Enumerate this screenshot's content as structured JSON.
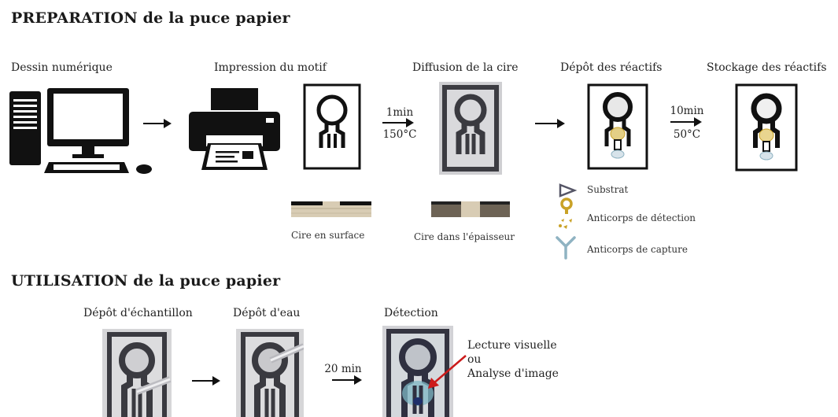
{
  "preparation": {
    "title": "PREPARATION de la puce papier",
    "steps": {
      "dessin": "Dessin numérique",
      "impression": "Impression du motif",
      "diffusion": "Diffusion de la cire",
      "depot": "Dépôt des réactifs",
      "stockage": "Stockage des réactifs"
    },
    "conditions": {
      "diffusion_time": "1min",
      "diffusion_temp": "150°C",
      "stockage_time": "10min",
      "stockage_temp": "50°C"
    },
    "wax": {
      "surface": "Cire en surface",
      "epaisseur": "Cire dans l'épaisseur"
    },
    "legend": {
      "substrat": "Substrat",
      "detection": "Anticorps de détection",
      "capture": "Anticorps de capture"
    }
  },
  "utilisation": {
    "title": "UTILISATION de la puce papier",
    "steps": {
      "echantillon": "Dépôt d'échantillon",
      "eau": "Dépôt d'eau",
      "detection": "Détection"
    },
    "incubation": "20 min",
    "readout": {
      "line1": "Lecture visuelle",
      "line2": "ou",
      "line3": "Analyse d'image"
    }
  },
  "colors": {
    "detection_antibody": "#c9a227",
    "capture_antibody": "#8fb3c2",
    "substrate": "#555566",
    "detection_arrow": "#cc1b1b"
  }
}
